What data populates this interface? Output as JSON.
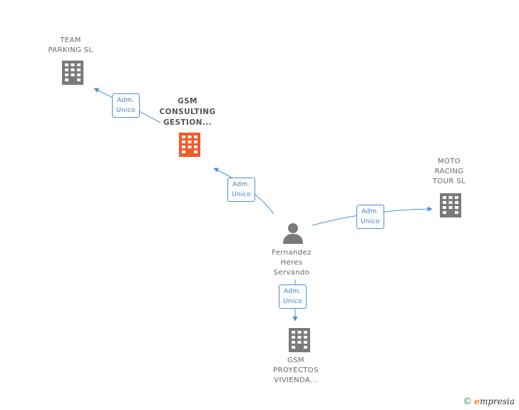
{
  "colors": {
    "edge": "#4a90d9",
    "building": "#7a7a7a",
    "building_focus": "#f15a2b",
    "person": "#7a7a7a"
  },
  "nodes": {
    "team_parking": {
      "label": [
        "TEAM",
        "PARKING SL"
      ],
      "icon": "building-icon"
    },
    "gsm_consulting": {
      "label": [
        "GSM",
        "CONSULTING",
        "GESTION..."
      ],
      "icon": "building-icon"
    },
    "moto_racing": {
      "label": [
        "MOTO",
        "RACING",
        "TOUR SL"
      ],
      "icon": "building-icon"
    },
    "fernandez": {
      "label": [
        "Fernandez",
        "Heres",
        "Servando"
      ],
      "icon": "person-icon"
    },
    "gsm_proyectos": {
      "label": [
        "GSM",
        "PROYECTOS",
        "VIVIENDA..."
      ],
      "icon": "building-icon"
    }
  },
  "edges": [
    {
      "from": "gsm_consulting",
      "to": "team_parking",
      "label": [
        "Adm.",
        "Unico"
      ]
    },
    {
      "from": "fernandez",
      "to": "gsm_consulting",
      "label": [
        "Adm.",
        "Unico"
      ]
    },
    {
      "from": "fernandez",
      "to": "moto_racing",
      "label": [
        "Adm.",
        "Unico"
      ]
    },
    {
      "from": "fernandez",
      "to": "gsm_proyectos",
      "label": [
        "Adm.",
        "Unico"
      ]
    }
  ],
  "footer": {
    "copyright": "©",
    "brand_e": "e",
    "brand_rest": "mpresia"
  }
}
